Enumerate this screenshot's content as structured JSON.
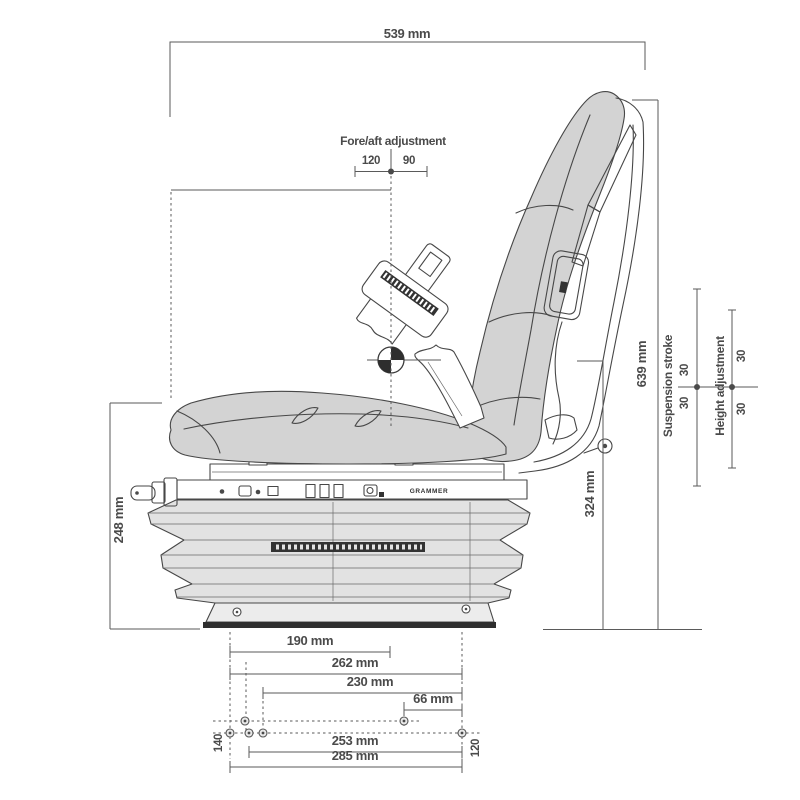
{
  "brand_label": "GRAMMER",
  "dimensions": {
    "overall_width": "539 mm",
    "fore_aft": {
      "label": "Fore/aft adjustment",
      "rear": "120",
      "front": "90"
    },
    "overall_height": "639 mm",
    "suspension_stroke": {
      "label": "Suspension stroke",
      "up": "30",
      "down": "30"
    },
    "height_adjustment": {
      "label": "Height adjustment",
      "up": "30",
      "down": "30"
    },
    "sip_height": "324 mm",
    "suspension_height": "248 mm",
    "bottom": {
      "d190": "190 mm",
      "d262": "262 mm",
      "d230": "230 mm",
      "d66": "66 mm",
      "d253": "253 mm",
      "d285": "285 mm",
      "v140": "140",
      "v120": "120"
    }
  },
  "colors": {
    "outline": "#474747",
    "dimension_line": "#5a5a5a",
    "cushion_fill": "#d3d3d3",
    "bellows_fill": "#e2e2e2",
    "text": "#4a4a4a"
  }
}
